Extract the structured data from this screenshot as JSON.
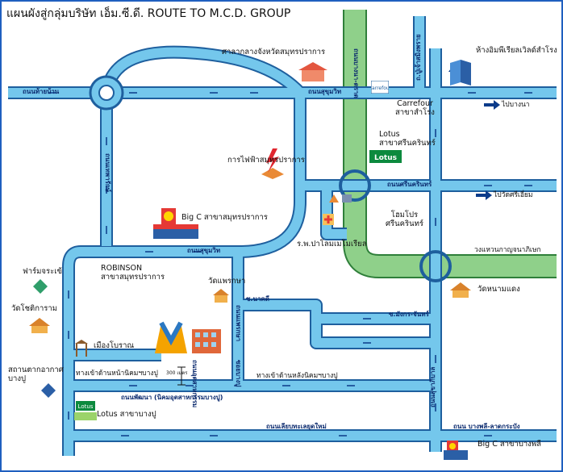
{
  "title": "แผนผังสู่กลุ่มบริษัท เอ็ม.ซี.ดี. ROUTE TO M.C.D. GROUP",
  "colors": {
    "road": "#74c7ec",
    "road_edge": "#1e5f9e",
    "highway": "#8fd08a",
    "highway_edge": "#2f7f3a",
    "arrow": "#0b3b8a",
    "border": "#1f5fbf"
  },
  "places": {
    "provincial_court": "ศาลากลางจังหวัดสมุทรปราการ",
    "dept_store": "ห้างอิมพีเรียลเวิลด์สำโรง",
    "carrefour": "Carrefour\nสาขาสำโรง",
    "lotus_srinakarin": "Lotus\nสาขาศรีนครินทร์",
    "electricity": "การไฟฟ้าสมุทรปราการ",
    "bigc_samutprakan": "Big C สาขาสมุทรปราการ",
    "robinson": "ROBINSON\nสาขาสมุทรปราการ",
    "hospital": "ร.พ.ปาโลมเมโมเรียล",
    "homepro": "โฮมโปร\nศรีนครินทร์",
    "farm_crocodile": "ฟาร์มจระเข้",
    "wat_phraeksa": "วัดแพรกษา",
    "wat_nam_daeng": "วัดหนามแดง",
    "wat_chotikaram": "วัดโชติการาม",
    "muang_boran": "เมืองโบราณ",
    "air_station": "สถานตากอากาศ\nบางปู",
    "lotus_bangpu": "Lotus สาขาบางปู",
    "bigc_bangphli": "Big C สาขาบางพลี"
  },
  "roads": {
    "thai_ban": "ถนนท้ายบ้าน",
    "sukhumvit_top": "ถนนสุขุมวิท",
    "sukhumvit_mid": "ถนนสุขุมวิท",
    "srinakarin": "ถนนศรีนครินทร์",
    "thepharak": "ถนนเทพารักษ์",
    "bangna_trat": "ถนนบางนา-ตราด",
    "poo_chao": "ถ.ปู่เจ้าสมิงพราย",
    "to_bangna": "ไปบางนา",
    "to_wat_sri": "ไปวัดศรีเอี่ยม",
    "ring_road": "วงแหวนกาญจนาภิเษก",
    "soi_nakhi": "ซ.นาคดี",
    "soi_mangkorn": "ซ.มังกร-จันทร์",
    "phraeksa": "ถนนแพรกษา",
    "bangpu_entrance_front": "ทางเข้าด้านหน้านิคมฯบางปู",
    "bangpu_entrance_back": "ทางเข้าด้านหลังนิคมฯบางปู",
    "phatthana": "ถนนพัฒนา (นิคมอุตสาหกรรมบางปู)",
    "industrial_soi": "ถนนอุตสาหกรรม",
    "soi_bangpu": "ซอยบางปู",
    "distance": "300 เมตร",
    "sukhaphiban": "ถนนสุขาภิบาล",
    "bangphli_road": "ถนน บางพลี-ลาดกระบัง",
    "old_coastal": "ถนนเลียบทะเลยุดใหม่"
  },
  "brands": {
    "bigc_icon": "C",
    "lotus_icon": "Lotus",
    "carrefour_icon": "Carrefour"
  }
}
